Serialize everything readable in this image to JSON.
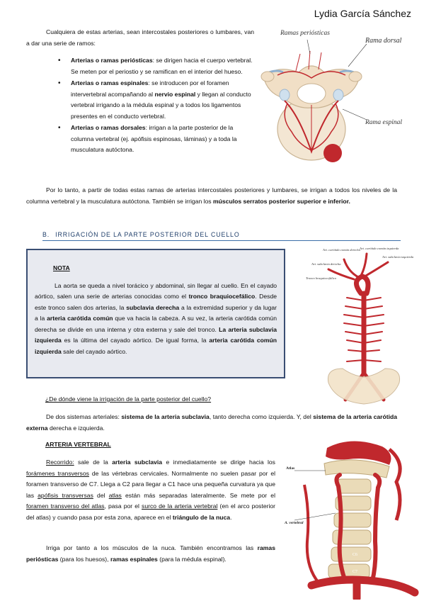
{
  "author": "Lydia García Sánchez",
  "intro": "Cualquiera de estas arterias, sean intercostales posteriores o lumbares, van a dar una serie de ramos:",
  "branches": [
    {
      "name": "Arterias o ramas periósticas",
      "desc": ": se dirigen hacia el cuerpo vertebral. Se meten por el periostio y se ramifican en el interior del hueso."
    },
    {
      "name": "Arterias o ramas espinales",
      "desc1": ": se introducen por el foramen intervertebral acompañando al ",
      "bold": "nervio espinal",
      "desc2": " y llegan al conducto vertebral irrigando a la médula espinal y a todos los ligamentos presentes en el conducto vertebral."
    },
    {
      "name": "Arterias o ramas dorsales",
      "desc": ": irrigan a la parte posterior de la columna vertebral (ej. apófisis espinosas, láminas) y a toda la musculatura autóctona."
    }
  ],
  "summary": {
    "text": "Por lo tanto, a partir de todas estas ramas de arterias intercostales posteriores y lumbares, se irrigan a todos los niveles de la columna vertebral y la musculatura autóctona. También se irrigan los ",
    "bold": "músculos serratos posterior superior e inferior."
  },
  "section_b": {
    "letter": "B.",
    "title": "IRRIGACIÓN DE LA PARTE POSTERIOR DEL CUELLO"
  },
  "nota": {
    "title": "NOTA",
    "p1": "La aorta se queda a nivel torácico y abdominal, sin llegar al cuello. En el cayado aórtico, salen una serie de arterias conocidas como el ",
    "b1": "tronco braquiocefálico",
    "p2": ". Desde este tronco salen dos arterias, la ",
    "b2": "subclavia derecha",
    "p3": " a la extremidad superior y da lugar a la ",
    "b3": "arteria carótida común",
    "p4": " que va hacia la cabeza. A su vez, la arteria carótida común derecha se divide en una interna y otra externa y sale del tronco. ",
    "b4": "La arteria subclavia izquierda",
    "p5": " es la última del cayado aórtico. De igual forma, la ",
    "b5": "arteria carótida común izquierda",
    "p6": " sale del cayado aórtico."
  },
  "question": "¿De dónde viene la irrigación de la parte posterior del cuello?",
  "answer": {
    "p1": "De dos sistemas arteriales: ",
    "b1": "sistema de la arteria subclavia",
    "p2": ", tanto derecha como izquierda. Y, del ",
    "b2": "sistema de la arteria carótida externa",
    "p3": " derecha e izquierda."
  },
  "vertebral": {
    "heading": "ARTERIA VERTEBRAL",
    "recorrido_label": "Recorrido:",
    "r1": " sale de la ",
    "rb1": "arteria subclavia",
    "r2": " e inmediatamente se dirige hacia los ",
    "ru1": "forámenes transversos",
    "r3": " de las vértebras cervicales. Normalmente no suelen pasar por el foramen transverso de C7. Llega a C2 para llegar a C1 hace una pequeña curvatura ya que las ",
    "ru2": "apófisis transversas",
    "r4": " del ",
    "ru3": "atlas",
    "r5": " están más separadas lateralmente. Se mete por el ",
    "ru4": "foramen transverso del atlas",
    "r6": ", pasa por el ",
    "ru5": "surco de la arteria vertebral",
    "r7": " (en el arco posterior del atlas) y cuando pasa por esta zona, aparece en el ",
    "rb2": "triángulo de la nuca",
    "r8": ".",
    "irriga1": "Irriga por tanto a los músculos de la nuca. También encontramos las ",
    "irb1": "ramas periósticas",
    "irriga2": " (para los huesos), ",
    "irb2": "ramas espinales",
    "irriga3": " (para la médula espinal)."
  },
  "figures": {
    "vertebra_labels": {
      "periosticas": "Ramas periósticas",
      "dorsal": "Rama dorsal",
      "espinal": "Rama espinal"
    },
    "aorta_labels": {
      "carotida_derecha": "Art. carótida común derecha",
      "carotida_izquierda": "Art. carótida común izquierda",
      "subclavia_derecha": "Art. subclavia derecha",
      "subclavia_izquierda": "Art. subclavia izquierda",
      "tronco": "Tronco braquiocefálico"
    },
    "neck_labels": {
      "atlas": "Atlas",
      "vertebral": "A. vertebral",
      "c6": "C6",
      "c7": "C7"
    }
  }
}
